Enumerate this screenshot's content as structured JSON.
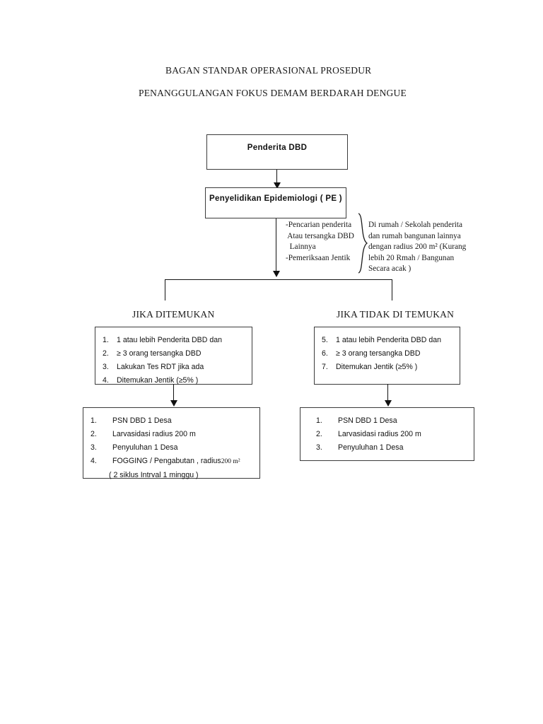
{
  "document": {
    "title_lines": [
      "BAGAN STANDAR OPERASIONAL PROSEDUR",
      "PENANGGULANGAN FOKUS DEMAM BERDARAH DENGUE"
    ]
  },
  "flowchart": {
    "nodes": {
      "patient_box": {
        "label": "Penderita DBD"
      },
      "pe_box": {
        "label": "Penyelidikan Epidemiologi ( PE )"
      }
    },
    "annotation": {
      "left_column": [
        "-Pencarian penderita",
        " Atau tersangka DBD",
        "  Lainnya",
        "-Pemeriksaan Jentik"
      ],
      "brace_icon": "right-curly-brace",
      "right_column": [
        "Di rumah / Sekolah penderita",
        "dan rumah bangunan lainnya",
        "dengan radius 200 m² (Kurang",
        "lebih 20 Rmah / Bangunan",
        "Secara acak )"
      ]
    },
    "branches": {
      "left": {
        "label": "JIKA DITEMUKAN",
        "criteria": [
          {
            "num": "1.",
            "text": "1 atau lebih Penderita DBD dan"
          },
          {
            "num": "2.",
            "text": "≥ 3 orang tersangka DBD"
          },
          {
            "num": "3.",
            "text": "Lakukan Tes RDT jika ada"
          },
          {
            "num": "4.",
            "text": " Ditemukan Jentik (≥5% )"
          }
        ],
        "actions": [
          {
            "num": "1.",
            "text": "PSN DBD 1 Desa"
          },
          {
            "num": "2.",
            "text": "Larvasidasi radius 200 m"
          },
          {
            "num": "3.",
            "text": "Penyuluhan 1 Desa"
          },
          {
            "num": "4.",
            "text": "FOGGING / Pengabutan , radius ",
            "sup": "200 m²",
            "continuation": "( 2 siklus  Intrval 1 minggu )"
          }
        ]
      },
      "right": {
        "label": "JIKA TIDAK DI TEMUKAN",
        "criteria": [
          {
            "num": "5.",
            "text": "1 atau lebih Penderita DBD dan"
          },
          {
            "num": "6.",
            "text": "≥ 3 orang tersangka DBD"
          },
          {
            "num": "7.",
            "text": " Ditemukan Jentik (≥5% )"
          }
        ],
        "actions": [
          {
            "num": "1.",
            "text": "PSN DBD 1 Desa"
          },
          {
            "num": "2.",
            "text": "Larvasidasi radius 200 m"
          },
          {
            "num": "3.",
            "text": "Penyuluhan 1 Desa"
          }
        ]
      }
    },
    "colors": {
      "box_border": "#3b3b3b",
      "connector": "#111111",
      "text": "#111111",
      "background": "#ffffff"
    }
  }
}
